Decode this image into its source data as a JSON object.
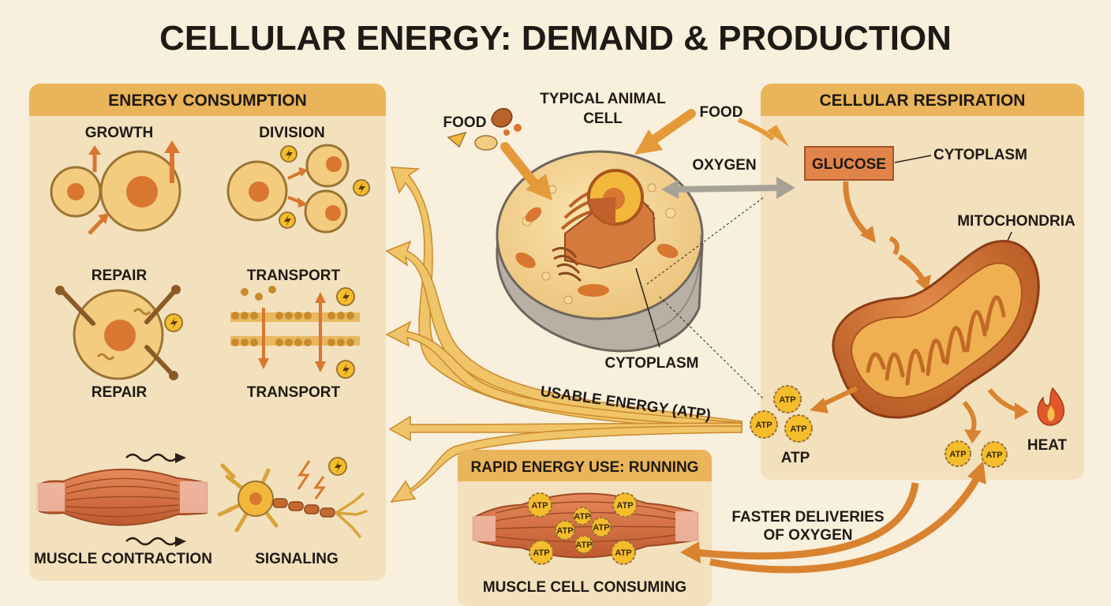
{
  "title": "CELLULAR ENERGY: DEMAND & PRODUCTION",
  "consumption": {
    "header": "ENERGY CONSUMPTION",
    "growth": "GROWTH",
    "division": "DIVISION",
    "repair_top": "REPAIR",
    "repair_bottom": "REPAIR",
    "transport_top": "TRANSPORT",
    "transport_bottom": "TRANSPORT",
    "muscle": "MUSCLE CONTRACTION",
    "signaling": "SIGNALING"
  },
  "cell": {
    "title_line1": "TYPICAL ANIMAL",
    "title_line2": "CELL",
    "food_left": "FOOD",
    "food_right": "FOOD",
    "oxygen": "OXYGEN",
    "cytoplasm": "CYTOPLASM"
  },
  "flow": {
    "usable_energy": "USABLE ENERGY (ATP)"
  },
  "respiration": {
    "header": "CELLULAR RESPIRATION",
    "glucose": "GLUCOSE",
    "cytoplasm": "CYTOPLASM",
    "mitochondria": "MITOCHONDRIA",
    "atp_label": "ATP",
    "heat": "HEAT",
    "atp_token": "ATP"
  },
  "running": {
    "header": "RAPID ENERGY USE: RUNNING",
    "caption": "MUSCLE CELL CONSUMING",
    "oxygen_line1": "FASTER DELIVERIES",
    "oxygen_line2": "OF OXYGEN",
    "atp_token": "ATP"
  },
  "colors": {
    "background": "#f8efdc",
    "panel": "#f3e1bd",
    "panel_header": "#eab45a",
    "arrow": "#f0c468",
    "arrow_stroke": "#c98a2c",
    "muscle": "#d9733d",
    "mitochondria": "#c8672a",
    "atp": "#f5bd2c"
  }
}
